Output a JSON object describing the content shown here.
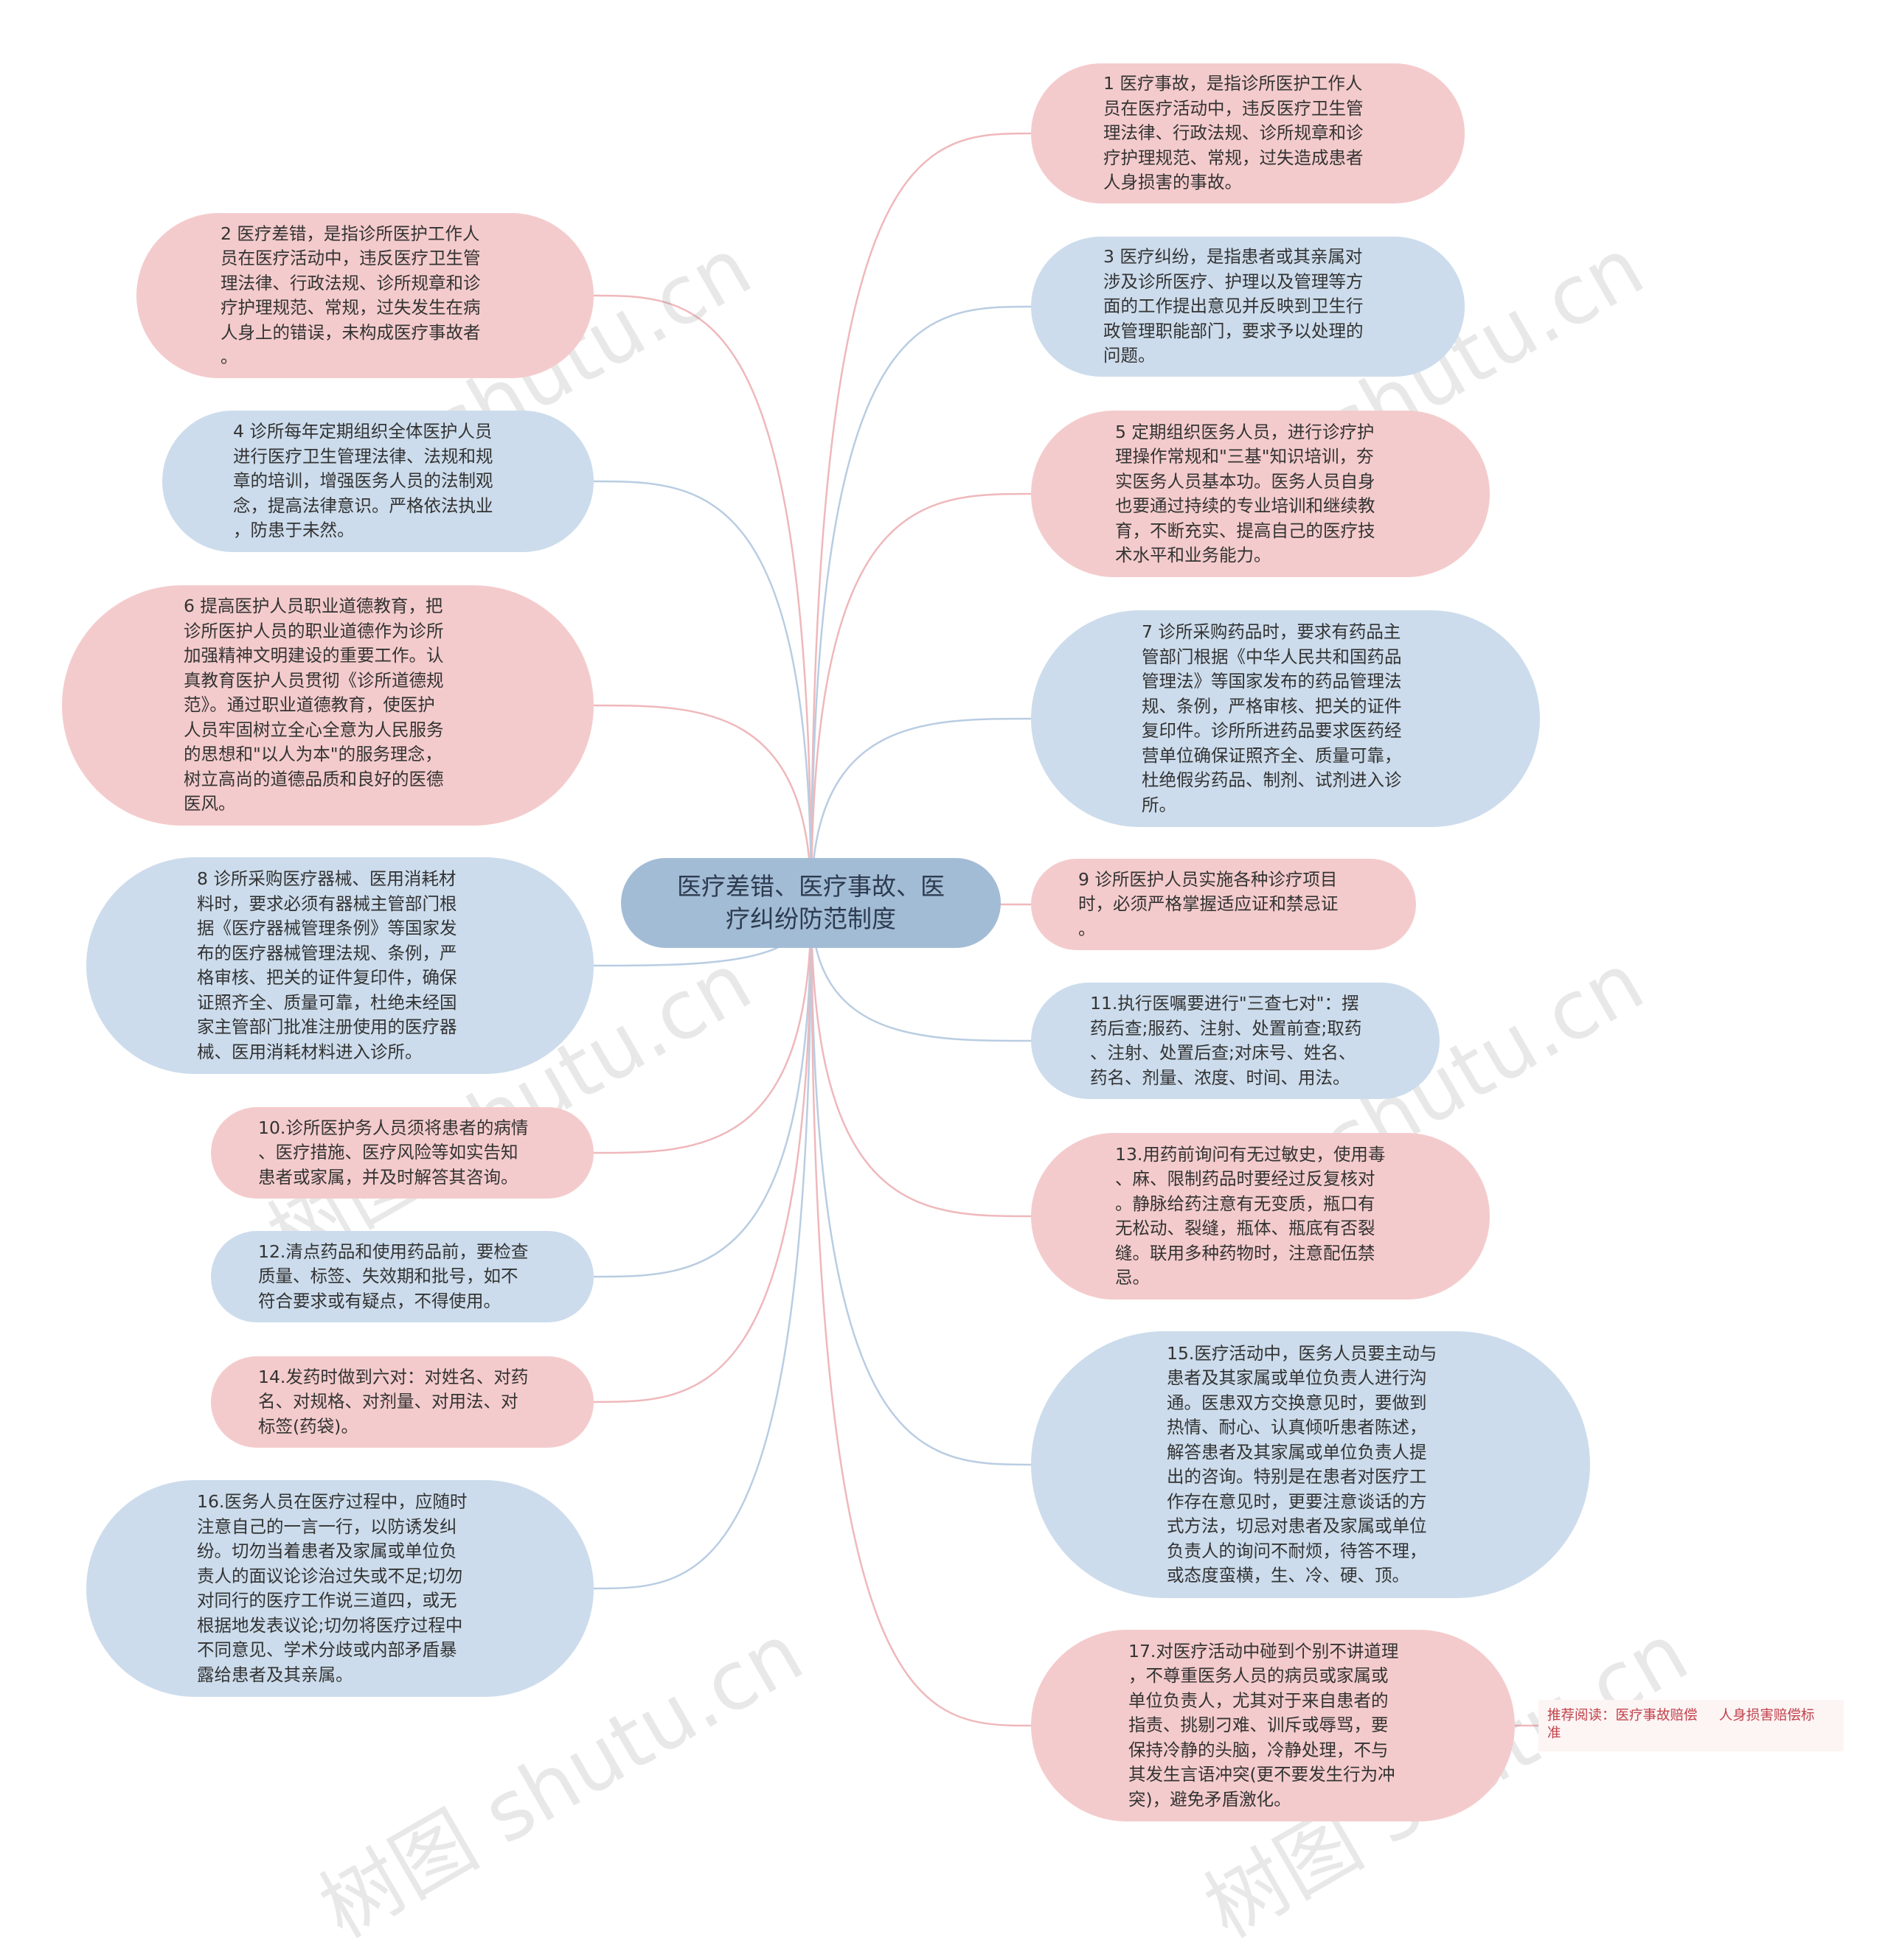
{
  "center": {
    "text": "医疗差错、医疗事故、医\n疗纠纷防范制度"
  },
  "nodes": [
    {
      "id": "n1",
      "text": "1 医疗事故，是指诊所医护工作人\n员在医疗活动中，违反医疗卫生管\n理法律、行政法规、诊所规章和诊\n疗护理规范、常规，过失造成患者\n人身损害的事故。"
    },
    {
      "id": "n2",
      "text": "2 医疗差错，是指诊所医护工作人\n员在医疗活动中，违反医疗卫生管\n理法律、行政法规、诊所规章和诊\n疗护理规范、常规，过失发生在病\n人身上的错误，未构成医疗事故者\n。"
    },
    {
      "id": "n3",
      "text": "3 医疗纠纷，是指患者或其亲属对\n涉及诊所医疗、护理以及管理等方\n面的工作提出意见并反映到卫生行\n政管理职能部门，要求予以处理的\n问题。"
    },
    {
      "id": "n4",
      "text": "4 诊所每年定期组织全体医护人员\n进行医疗卫生管理法律、法规和规\n章的培训，增强医务人员的法制观\n念，提高法律意识。严格依法执业\n，防患于未然。"
    },
    {
      "id": "n5",
      "text": "5 定期组织医务人员，进行诊疗护\n理操作常规和\"三基\"知识培训，夯\n实医务人员基本功。医务人员自身\n也要通过持续的专业培训和继续教\n育，不断充实、提高自己的医疗技\n术水平和业务能力。"
    },
    {
      "id": "n6",
      "text": "6 提高医护人员职业道德教育，把\n诊所医护人员的职业道德作为诊所\n加强精神文明建设的重要工作。认\n真教育医护人员贯彻《诊所道德规\n范》。通过职业道德教育，使医护\n人员牢固树立全心全意为人民服务\n的思想和\"以人为本\"的服务理念，\n树立高尚的道德品质和良好的医德\n医风。"
    },
    {
      "id": "n7",
      "text": "7 诊所采购药品时，要求有药品主\n管部门根据《中华人民共和国药品\n管理法》等国家发布的药品管理法\n规、条例，严格审核、把关的证件\n复印件。诊所所进药品要求医药经\n营单位确保证照齐全、质量可靠，\n杜绝假劣药品、制剂、试剂进入诊\n所。"
    },
    {
      "id": "n8",
      "text": "8 诊所采购医疗器械、医用消耗材\n料时，要求必须有器械主管部门根\n据《医疗器械管理条例》等国家发\n布的医疗器械管理法规、条例，严\n格审核、把关的证件复印件，确保\n证照齐全、质量可靠，杜绝未经国\n家主管部门批准注册使用的医疗器\n械、医用消耗材料进入诊所。"
    },
    {
      "id": "n9",
      "text": "9 诊所医护人员实施各种诊疗项目\n时，必须严格掌握适应证和禁忌证\n。"
    },
    {
      "id": "n10",
      "text": "10.诊所医护务人员须将患者的病情\n、医疗措施、医疗风险等如实告知\n患者或家属，并及时解答其咨询。"
    },
    {
      "id": "n11",
      "text": "11.执行医嘱要进行\"三查七对\"：摆\n药后查;服药、注射、处置前查;取药\n、注射、处置后查;对床号、姓名、\n药名、剂量、浓度、时间、用法。"
    },
    {
      "id": "n12",
      "text": "12.清点药品和使用药品前，要检查\n质量、标签、失效期和批号，如不\n符合要求或有疑点，不得使用。"
    },
    {
      "id": "n13",
      "text": "13.用药前询问有无过敏史，使用毒\n、麻、限制药品时要经过反复核对\n。静脉给药注意有无变质，瓶口有\n无松动、裂缝，瓶体、瓶底有否裂\n缝。联用多种药物时，注意配伍禁\n忌。"
    },
    {
      "id": "n14",
      "text": "14.发药时做到六对：对姓名、对药\n名、对规格、对剂量、对用法、对\n标签(药袋)。"
    },
    {
      "id": "n15",
      "text": "15.医疗活动中，医务人员要主动与\n患者及其家属或单位负责人进行沟\n通。医患双方交换意见时，要做到\n热情、耐心、认真倾听患者陈述，\n解答患者及其家属或单位负责人提\n出的咨询。特别是在患者对医疗工\n作存在意见时，更要注意谈话的方\n式方法，切忌对患者及家属或单位\n负责人的询问不耐烦，待答不理，\n或态度蛮横，生、冷、硬、顶。"
    },
    {
      "id": "n16",
      "text": "16.医务人员在医疗过程中，应随时\n注意自己的一言一行，以防诱发纠\n纷。切勿当着患者及家属或单位负\n责人的面议论诊治过失或不足;切勿\n对同行的医疗工作说三道四，或无\n根据地发表议论;切勿将医疗过程中\n不同意见、学术分歧或内部矛盾暴\n露给患者及其亲属。"
    },
    {
      "id": "n17",
      "text": "17.对医疗活动中碰到个别不讲道理\n，不尊重医务人员的病员或家属或\n单位负责人，尤其对于来自患者的\n指责、挑剔刁难、训斥或辱骂，要\n保持冷静的头脑，冷静处理，不与\n其发生言语冲突(更不要发生行为冲\n突)，避免矛盾激化。"
    }
  ],
  "recommend": {
    "text": "推荐阅读：医疗事故赔偿     人身损害赔偿标\n准"
  },
  "watermark": {
    "text": "树图 shutu.cn"
  },
  "colors": {
    "pink": "#f4cbcc",
    "blue": "#ccdcec",
    "center": "#a3bcd6",
    "line_pink": "#efb8bb",
    "line_blue": "#b9cde2"
  }
}
